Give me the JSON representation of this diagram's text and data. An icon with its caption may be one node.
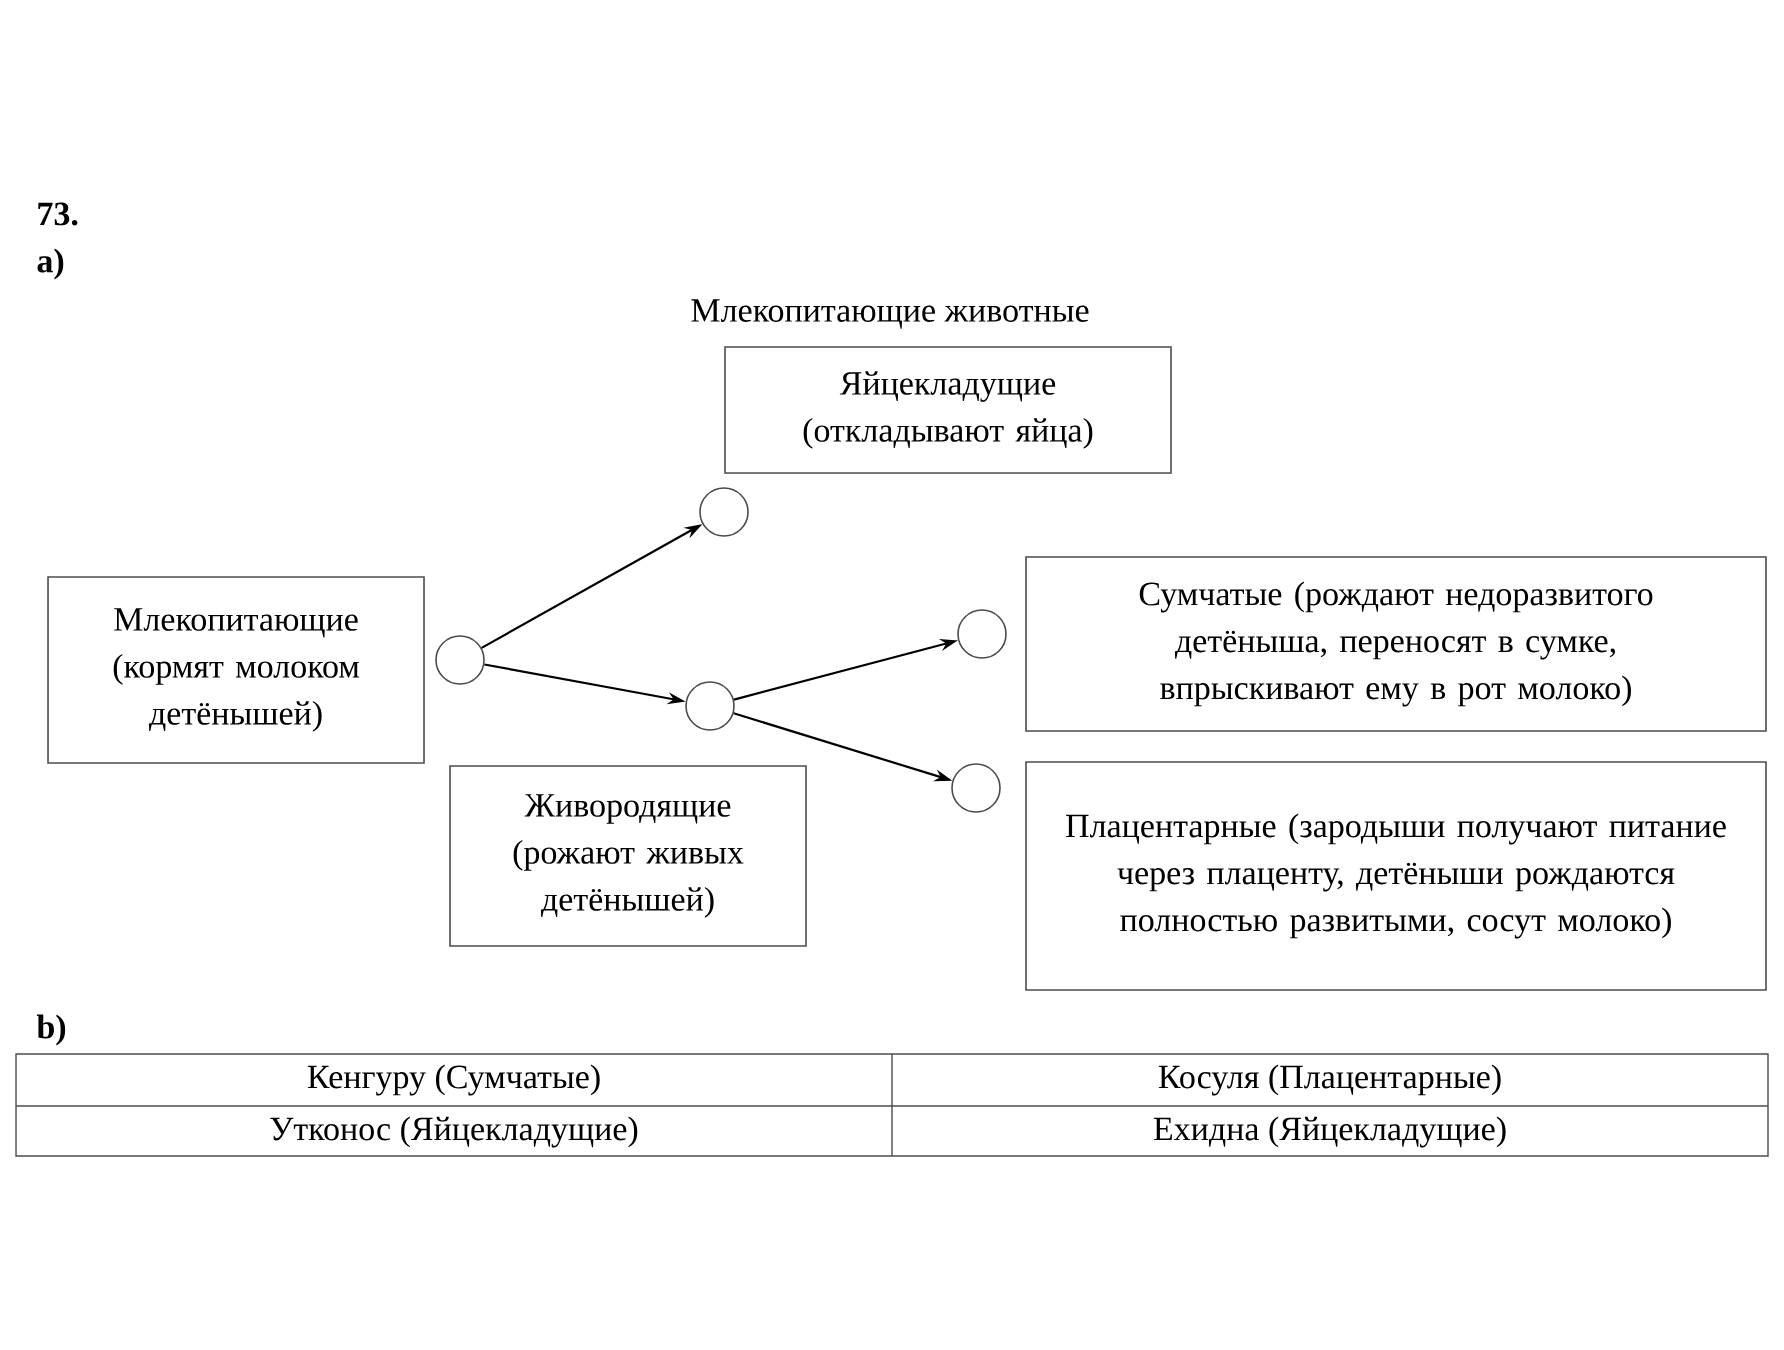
{
  "diagram": {
    "nodes": [
      {
        "text": [
          "Млекопитающие (кормят молоком детёнышей)"
        ]
      },
      {
        "text": [],
        "shape": "circle"
      },
      {
        "text": [],
        "shape": "circle"
      },
      {
        "text": [
          "Яйцекладущие (откладывают яйца)"
        ]
      },
      {
        "text": [],
        "shape": "circle"
      },
      {
        "text": [
          "Живородящие (рожают живых детёнышей)"
        ]
      },
      {
        "text": [],
        "shape": "circle"
      },
      {
        "text": [
          "Сумчатые (рождают недоразвитого детёныша, переносят в сумке, впрыскивают ему в рот молоко)"
        ]
      },
      {
        "text": [],
        "shape": "circle"
      },
      {
        "text": [
          "Плацентарные (зародыши получают питание через плаценту, детёныши рождаются полностью развитыми, сосут молоко)"
        ]
      }
    ],
    "edges": [
      {
        "from": 1,
        "to": 2,
        "arrow": "to"
      },
      {
        "from": 1,
        "to": 4,
        "arrow": "to"
      },
      {
        "from": 4,
        "to": 6,
        "arrow": "to"
      },
      {
        "from": 4,
        "to": 8,
        "arrow": "to"
      }
    ],
    "labels": [
      "73.",
      "а)",
      "Млекопитающие животные",
      "b)",
      "Кенгуру (Сумчатые)",
      "Косуля (Плацентарные)",
      "Утконос (Яйцекладущие)",
      "Ехидна (Яйцекладущие)"
    ]
  }
}
